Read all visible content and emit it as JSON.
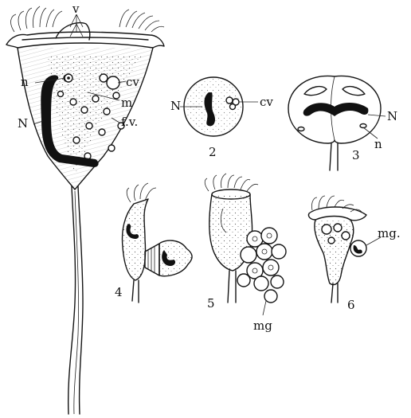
{
  "labels": {
    "v": "v",
    "n": "n",
    "cv": "cv",
    "m": "m",
    "N": "N",
    "fv": "f.v.",
    "fig2_N": "N",
    "fig2_cv": "cv",
    "fig3_N": "N",
    "fig3_n": "n",
    "fig5_mg": "mg",
    "fig6_mg": "mg."
  },
  "figure_numbers": [
    "2",
    "3",
    "4",
    "5",
    "6"
  ]
}
